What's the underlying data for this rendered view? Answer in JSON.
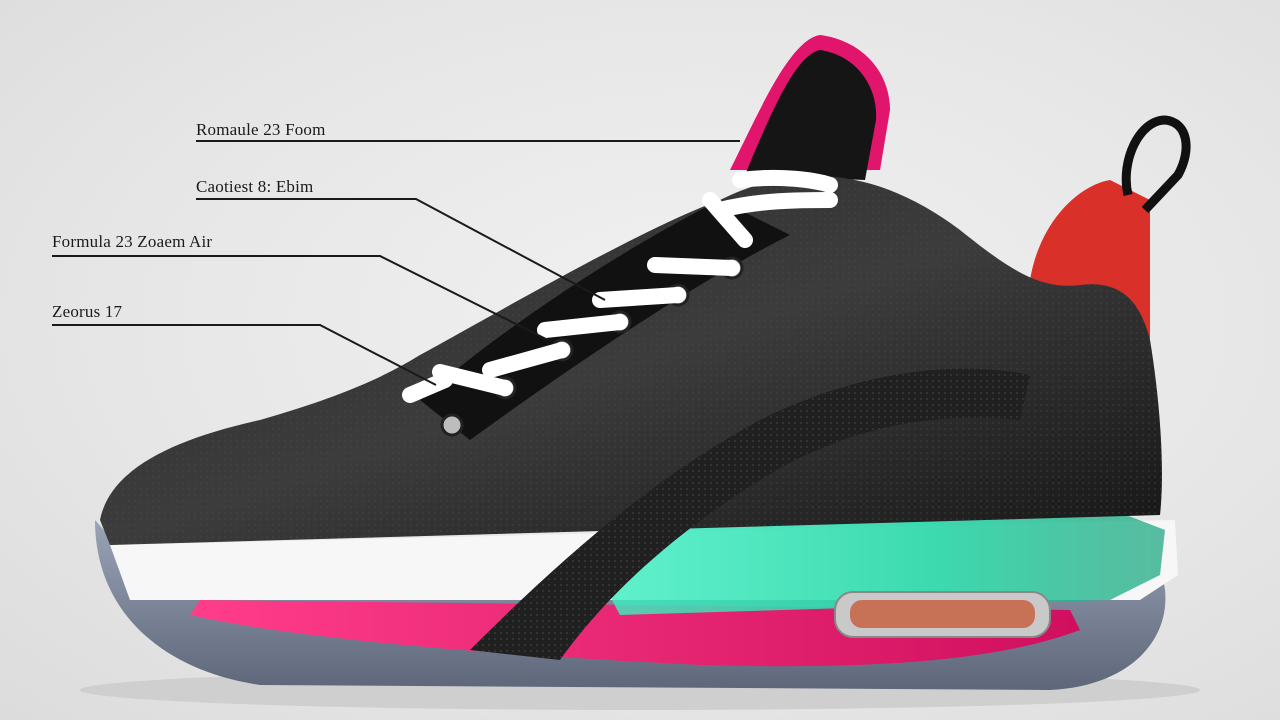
{
  "callouts": [
    {
      "id": "formula-foam",
      "text": "Romaule 23 Foom"
    },
    {
      "id": "carbon-plate",
      "text": "Caotiest 8: Ebim"
    },
    {
      "id": "zoom-air",
      "text": "Formula 23 Zoaem Air"
    },
    {
      "id": "zoom-unit",
      "text": "Zeorus 17"
    }
  ],
  "colors": {
    "background": "#e9e9e9",
    "upper": "#1b1b1b",
    "accent_pink": "#e0156b",
    "accent_red": "#d9302a",
    "glow_teal": "#2ee6b4",
    "sole_translucent": "#7f8aa0",
    "laces": "#ffffff"
  }
}
